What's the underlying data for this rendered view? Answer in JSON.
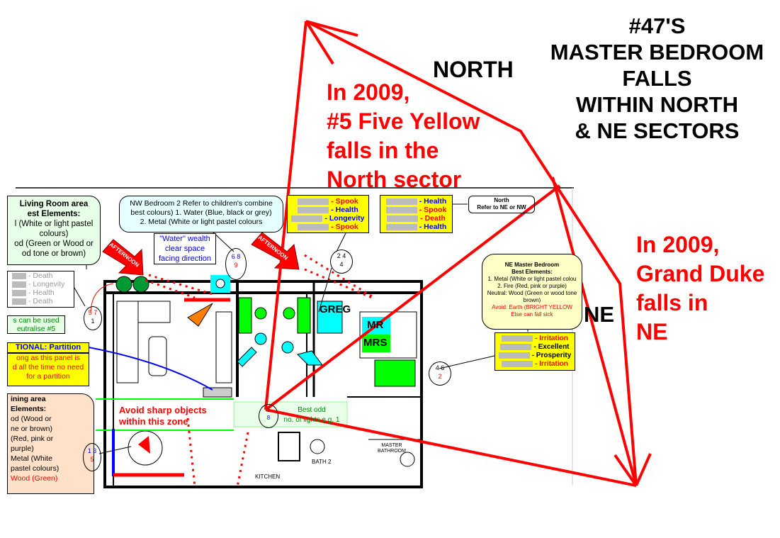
{
  "title_lines": [
    "#47'S",
    "MASTER BEDROOM",
    "FALLS",
    "WITHIN NORTH",
    "& NE SECTORS"
  ],
  "north_label": "NORTH",
  "ne_label": "NE",
  "annotation_north": [
    "In 2009,",
    "#5 Five Yellow",
    "falls in the",
    "North sector"
  ],
  "annotation_ne": [
    "In 2009,",
    "Grand Duke",
    "falls in",
    "NE"
  ],
  "living_room": [
    "Living Room area",
    "est Elements:",
    "l (White or light pastel",
    "colours)",
    "od (Green or Wood or",
    "od tone or brown)"
  ],
  "nw_bedroom": [
    "NW Bedroom 2 Refer to children's combine",
    "best colours) 1. Water (Blue, black or grey)",
    "2. Metal (White or light pastel colours"
  ],
  "water_wealth": [
    "\"Water\" wealth",
    "clear space",
    "facing direction"
  ],
  "afternoon": "AFTERNOON",
  "left_list": [
    "- Death",
    "- Longevity",
    "- Health",
    "- Death"
  ],
  "neutralise": [
    "s can be used",
    "eutralise #5"
  ],
  "partition": {
    "title": "TIONAL: Partition",
    "body": [
      "ong as this panel is",
      "d all the time no need",
      "for a partition"
    ]
  },
  "dining": [
    "ining area",
    "Elements:",
    "od (Wood or",
    "ne or brown)",
    "(Red, pink or",
    "purple)",
    "Metal (White",
    "pastel colours)",
    "Wood (Green)"
  ],
  "yellow1": [
    {
      "t": "- Spook",
      "c": "rd"
    },
    {
      "t": "- Health",
      "c": "blu"
    },
    {
      "t": "- Longevity",
      "c": "blu"
    },
    {
      "t": "- Spook",
      "c": "rd"
    }
  ],
  "yellow2": [
    {
      "t": "- Health",
      "c": "blu"
    },
    {
      "t": "- Spook",
      "c": "rd"
    },
    {
      "t": "- Death",
      "c": "rd"
    },
    {
      "t": "- Health",
      "c": "blu"
    }
  ],
  "north_note": [
    "North",
    "Refer to NE or NW"
  ],
  "ne_master": {
    "title": [
      "NE Master Bedroom",
      "Best Elements:"
    ],
    "body": [
      "1. Metal (White or light pastel colou",
      "2. Fire (Red, pink or purple)",
      "Neutral: Wood (Green or wood tone",
      "brown)"
    ],
    "avoid": [
      "Avoid: Earth (BRIGHT YELLOW",
      "Else can fall sick"
    ]
  },
  "yellow3": [
    {
      "t": "- Irritation",
      "c": "rd"
    },
    {
      "t": "- Excellent",
      "c": "bk"
    },
    {
      "t": "- Prosperity",
      "c": "bk"
    },
    {
      "t": "- Irritation",
      "c": "rd"
    }
  ],
  "stars": {
    "s1": [
      "5 7",
      "1"
    ],
    "s2": [
      "6 8",
      "9"
    ],
    "s3": [
      "2 4",
      "4"
    ],
    "s4": [
      "4 6",
      "2"
    ],
    "s5": [
      "1 3",
      "5"
    ],
    "s6": [
      "7",
      "8"
    ]
  },
  "rooms": {
    "greg": "GREG",
    "mr": "MR",
    "mrs": "MRS",
    "kitchen": "KITCHEN",
    "bath2": "BATH 2",
    "master_bath": "MASTER BATHROOM"
  },
  "avoid_zone": [
    "Avoid sharp objects",
    "within this zone"
  ],
  "best_odd": [
    "Best odd",
    "no. of lights e.g. 1"
  ],
  "colors": {
    "arrow": "#ff0000",
    "highlight": "#ffff00",
    "cyan": "#00ffff",
    "green": "#00ff00"
  }
}
